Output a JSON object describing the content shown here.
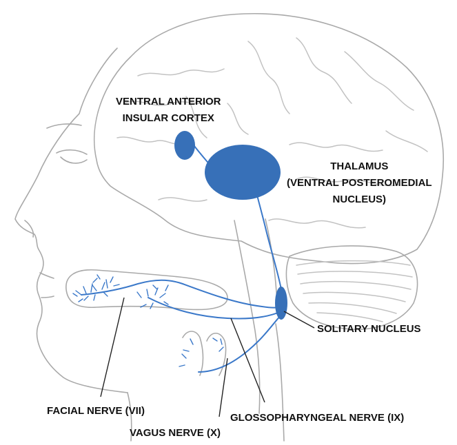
{
  "labels": {
    "insula": [
      "VENTRAL ANTERIOR",
      "INSULAR CORTEX"
    ],
    "thalamus": [
      "THALAMUS",
      "(VENTRAL POSTEROMEDIAL",
      "NUCLEUS)"
    ],
    "solitary": "SOLITARY NUCLEUS",
    "facial": "FACIAL NERVE (VII)",
    "glosso": "GLOSSOPHARYNGEAL NERVE (IX)",
    "vagus": "VAGUS NERVE (X)"
  },
  "colors": {
    "nucleus_fill": "#3770b8",
    "nerve": "#3a78c9",
    "outline": "#a9a9a9"
  }
}
